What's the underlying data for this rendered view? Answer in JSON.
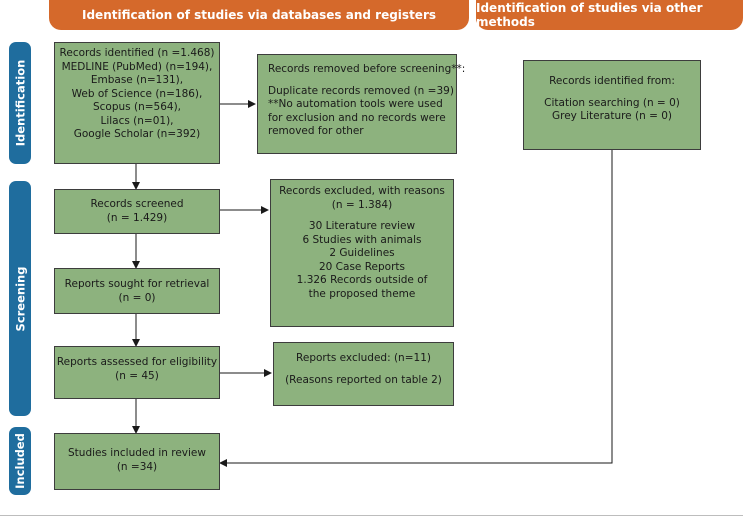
{
  "headers": {
    "databases": "Identification of studies via databases and registers",
    "other": "Identification of studies via other methods"
  },
  "phases": {
    "identification": "Identification",
    "screening": "Screening",
    "included": "Included"
  },
  "boxes": {
    "records_identified": [
      "Records identified (n =1.468)",
      "MEDLINE (PubMed) (n=194),",
      "Embase (n=131),",
      "Web of Science (n=186),",
      "Scopus (n=564),",
      "Lilacs (n=01),",
      "Google Scholar (n=392)"
    ],
    "records_removed": [
      "Records removed before screening**:",
      "Duplicate records removed (n =39)",
      "**No automation tools were used",
      "for exclusion and no records were",
      "removed for other"
    ],
    "records_screened": [
      "Records screened",
      "(n = 1.429)"
    ],
    "records_excluded": [
      "Records excluded, with reasons",
      "(n = 1.384)",
      "30 Literature review",
      "6 Studies with animals",
      "2 Guidelines",
      "20 Case Reports",
      "1.326 Records outside of",
      "the proposed theme"
    ],
    "reports_sought": [
      "Reports sought for retrieval",
      "(n = 0)"
    ],
    "reports_assessed": [
      "Reports assessed for eligibility",
      "(n = 45)"
    ],
    "reports_excluded": [
      "Reports excluded: (n=11)",
      "(Reasons reported on table 2)"
    ],
    "studies_included": [
      "Studies included in review",
      "(n =34)"
    ],
    "other_identified": [
      "Records identified from:",
      "Citation searching (n = 0)",
      "Grey Literature (n = 0)"
    ]
  }
}
